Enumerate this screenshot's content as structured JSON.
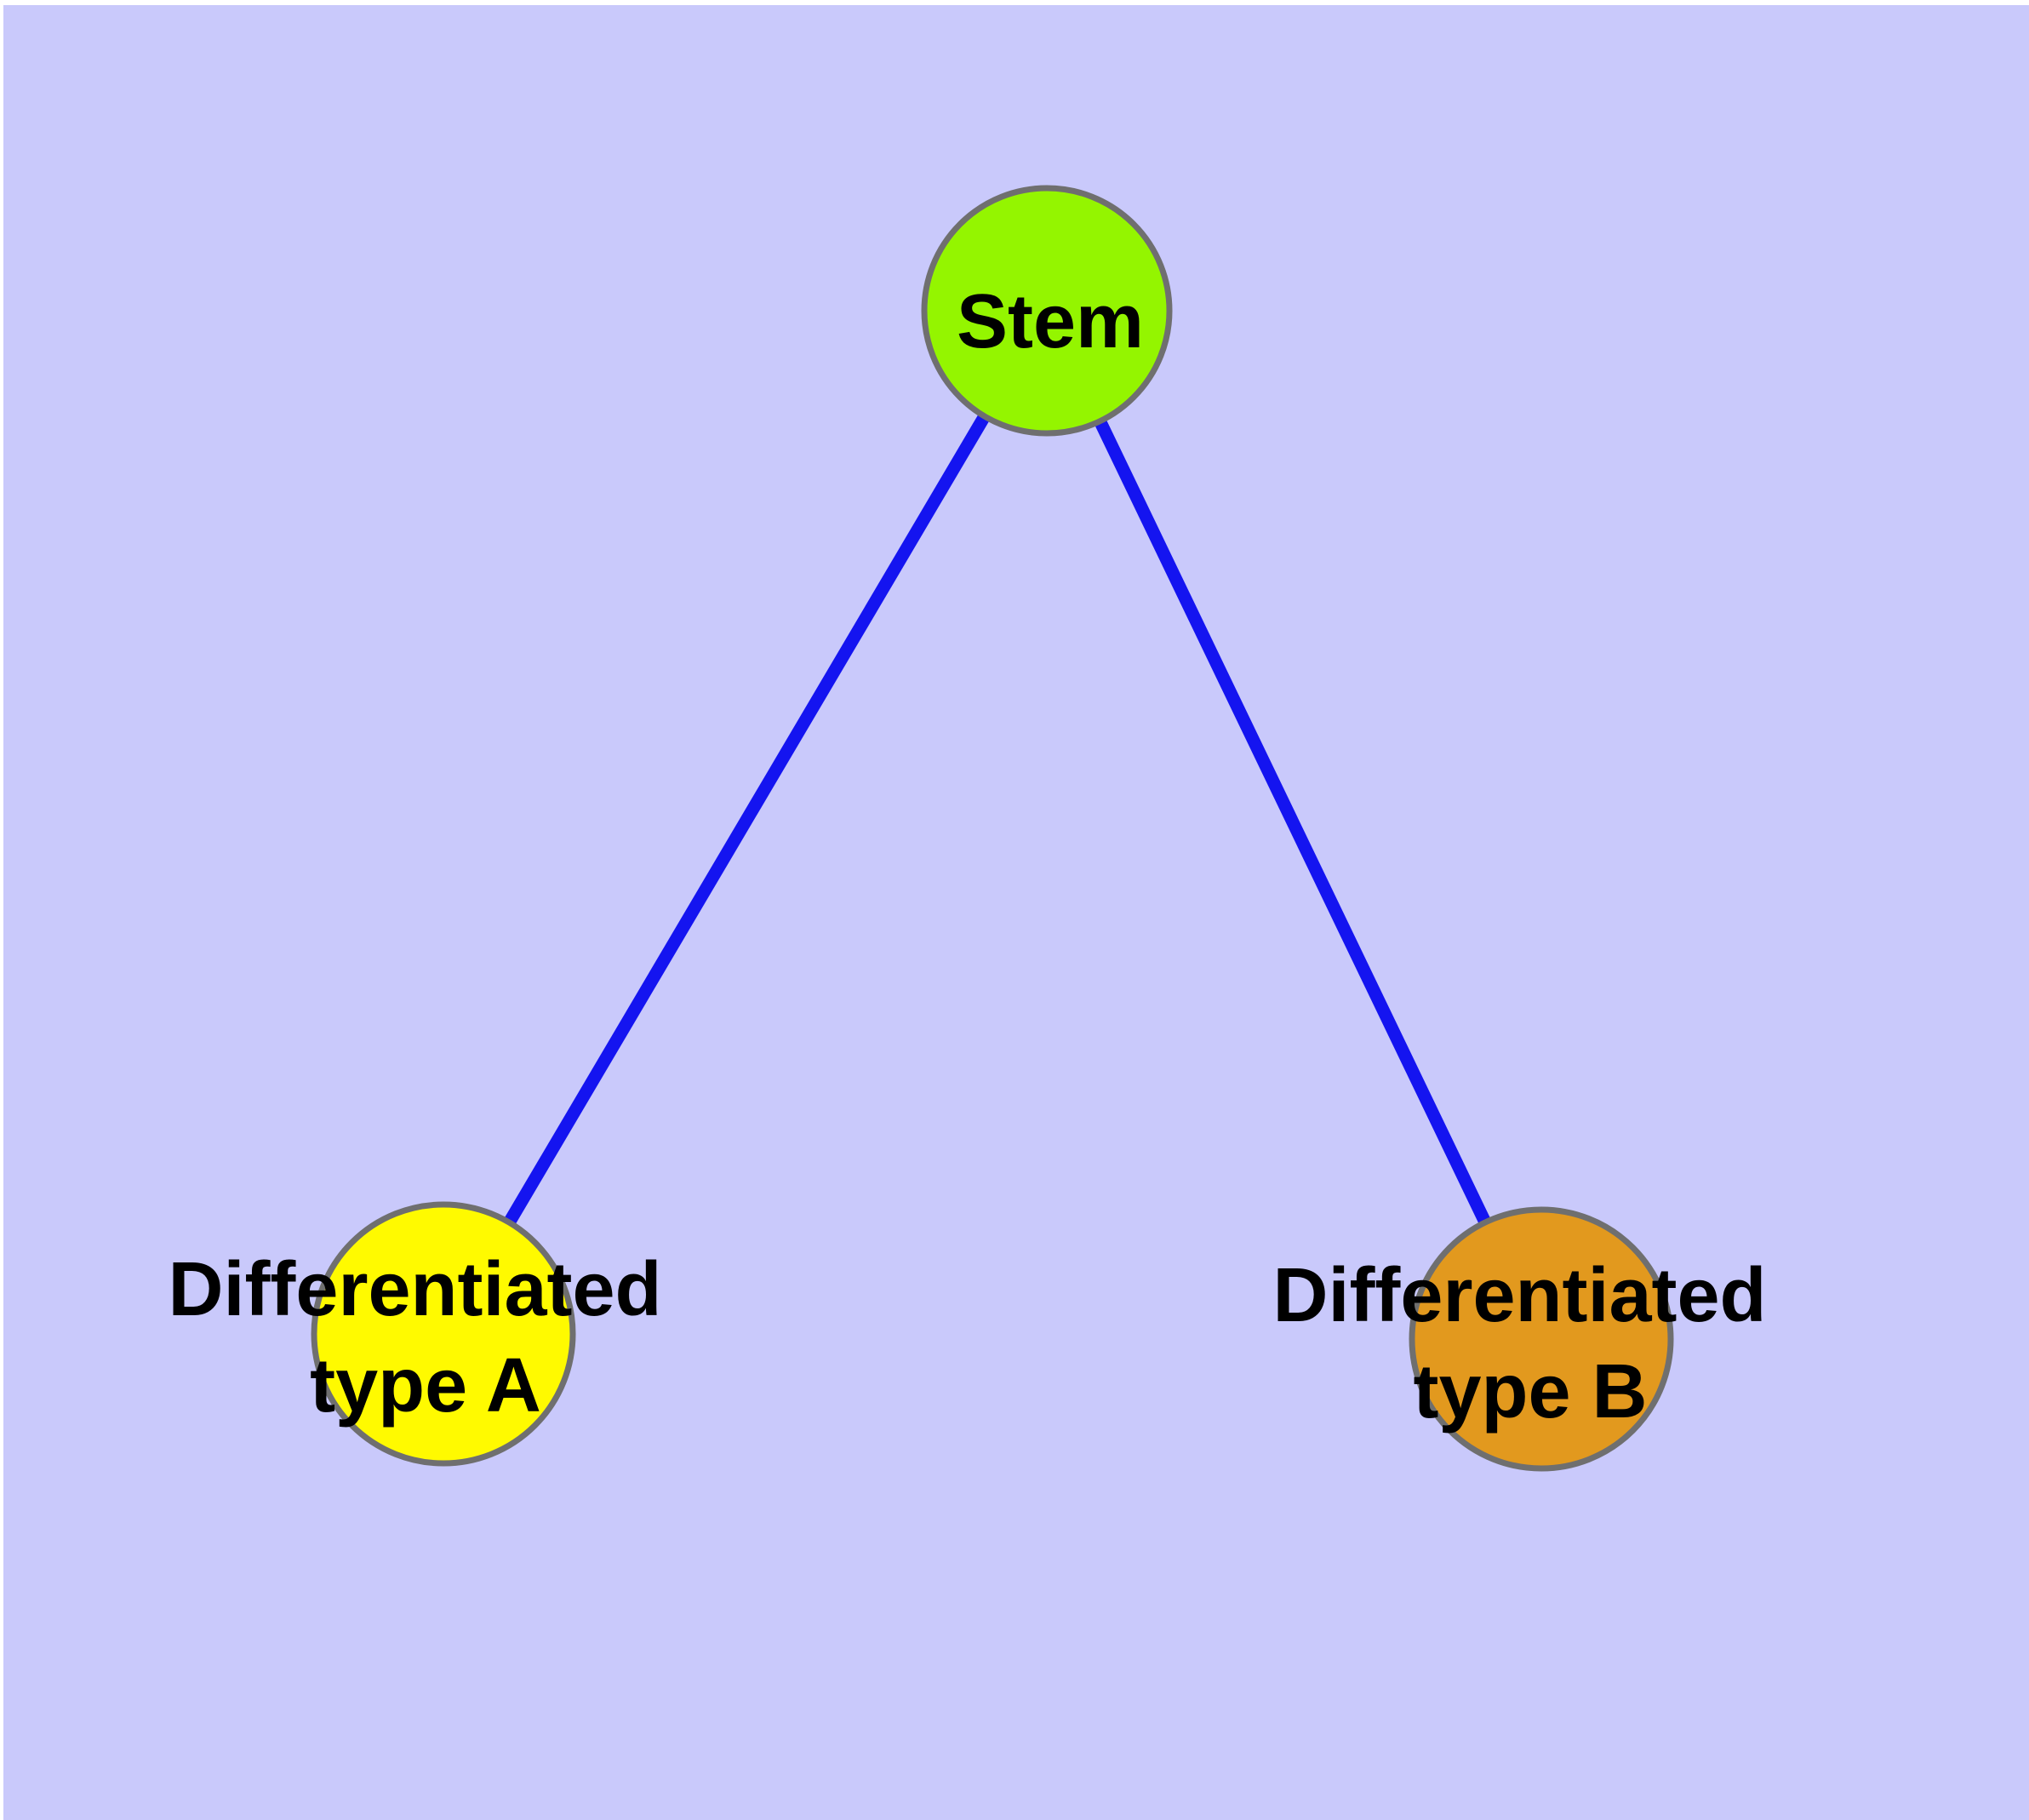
{
  "diagram": {
    "background_color": "#C9C9FB",
    "edge_color": "#1414F0",
    "node_border_color": "#6F6F6F",
    "label_color": "#000000",
    "nodes": [
      {
        "id": "stem",
        "label_lines": [
          "Stem"
        ],
        "color": "#94F500"
      },
      {
        "id": "differentiated-type-a",
        "label_lines": [
          "Differentiated",
          "type A"
        ],
        "color": "#FFFA00"
      },
      {
        "id": "differentiated-type-b",
        "label_lines": [
          "Differentiated",
          "type B"
        ],
        "color": "#E2991E"
      }
    ],
    "edges": [
      {
        "from": "Stem",
        "to": "Differentiated type A"
      },
      {
        "from": "Stem",
        "to": "Differentiated type B"
      }
    ]
  }
}
